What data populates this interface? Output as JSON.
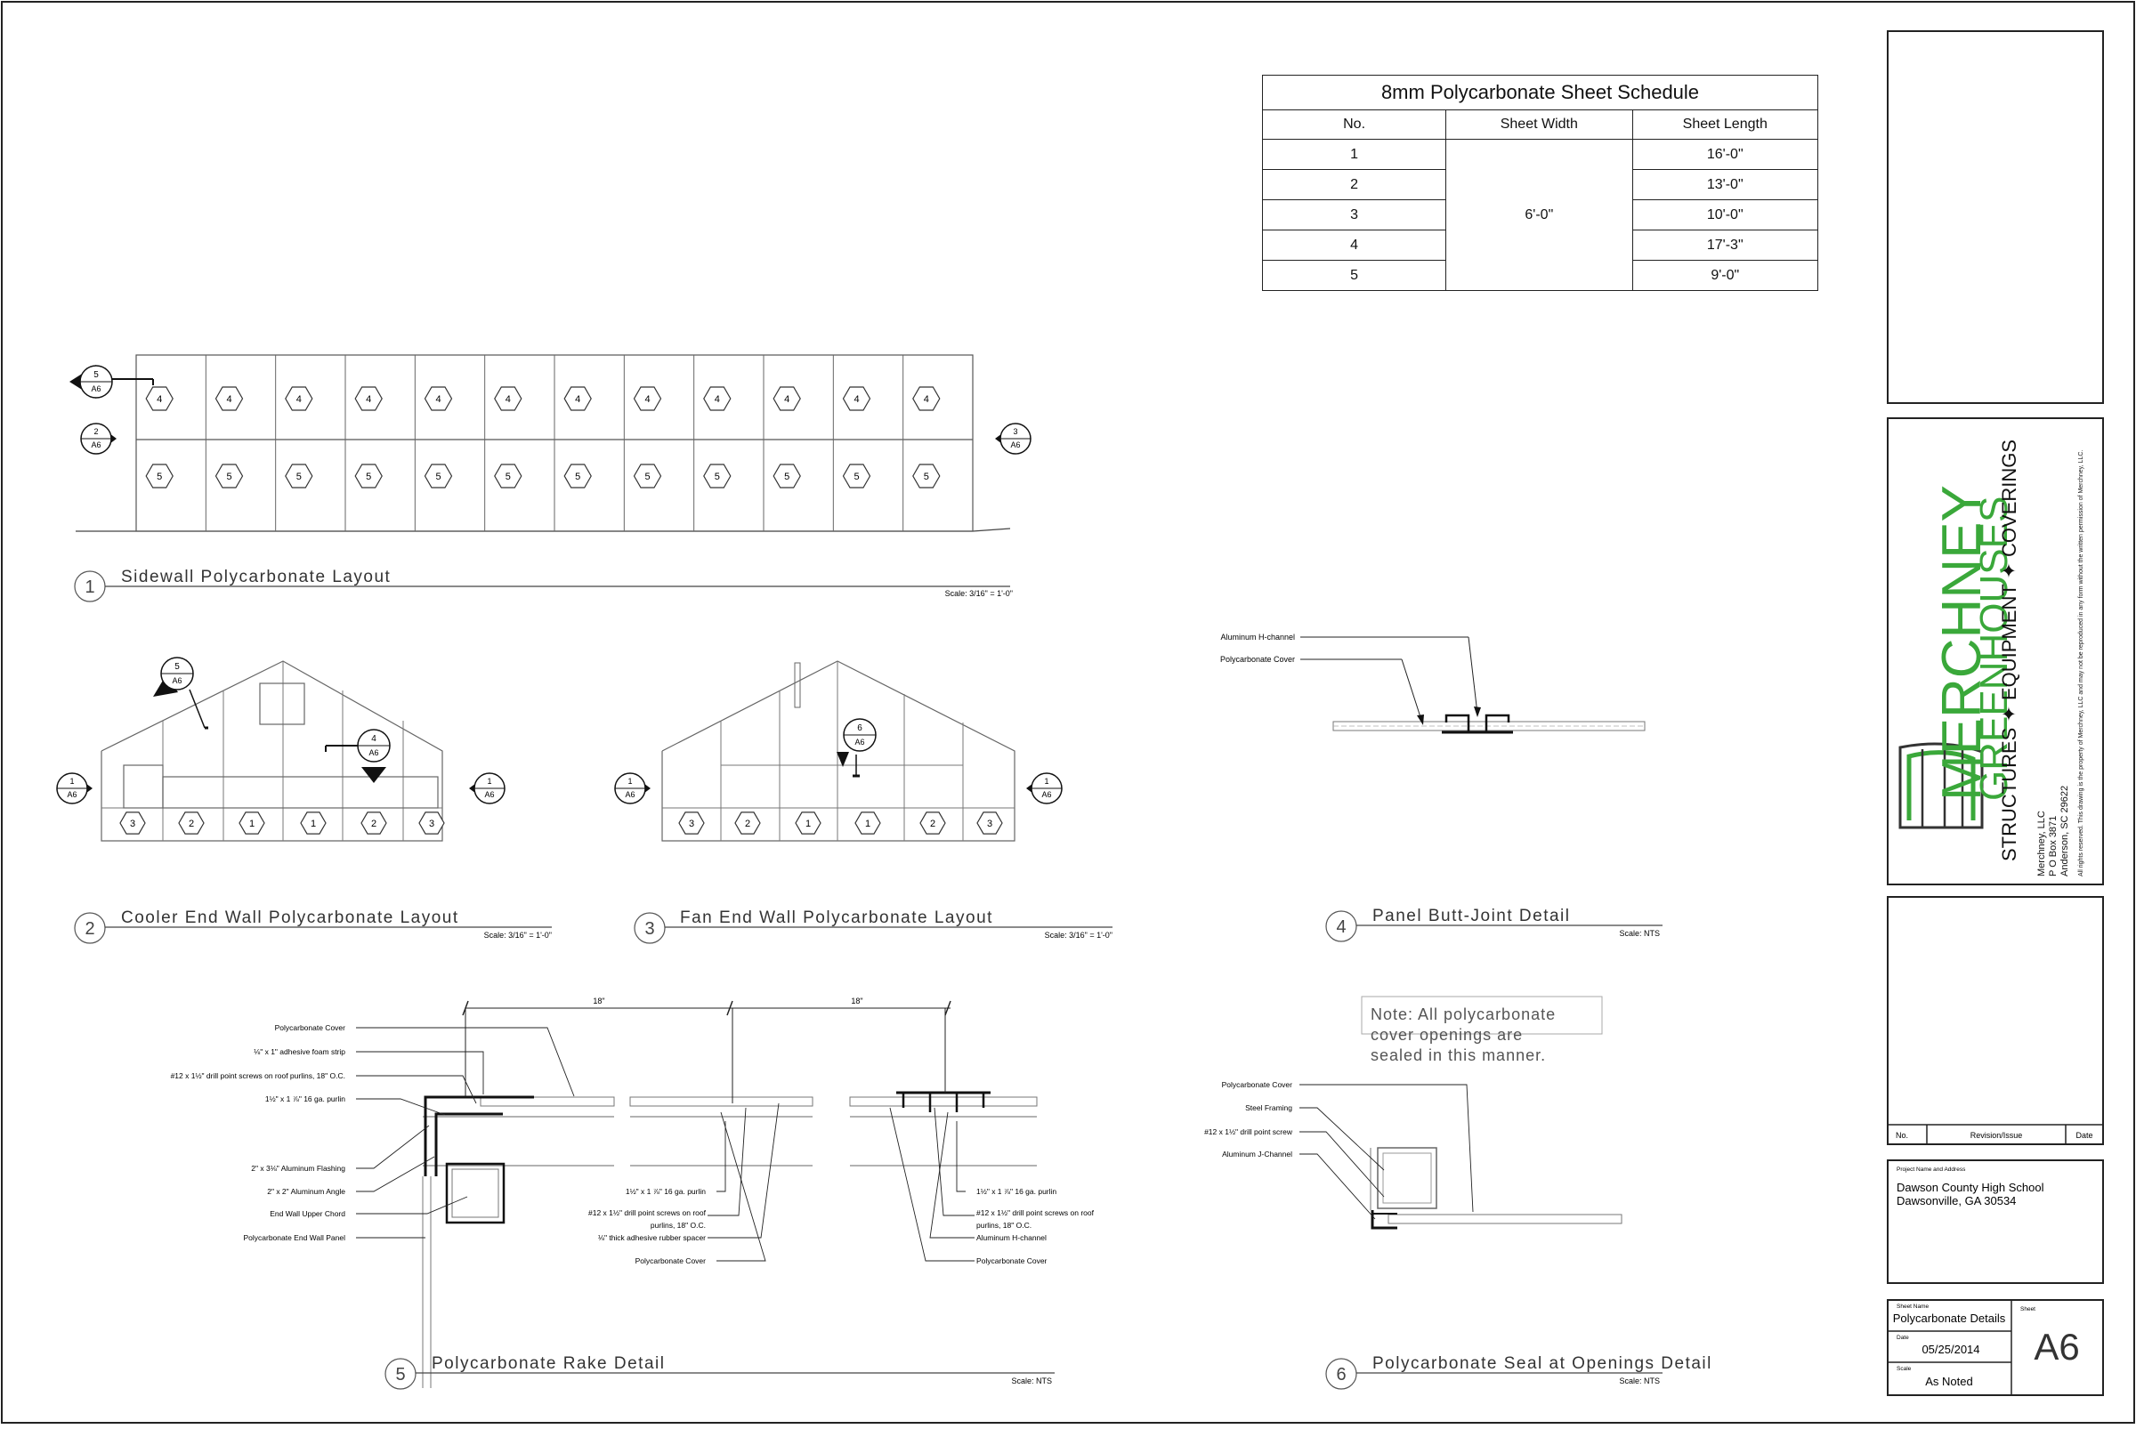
{
  "schedule": {
    "title": "8mm Polycarbonate Sheet Schedule",
    "headers": [
      "No.",
      "Sheet Width",
      "Sheet Length"
    ],
    "width_value": "6'-0\"",
    "rows": [
      {
        "no": "1",
        "length": "16'-0\""
      },
      {
        "no": "2",
        "length": "13'-0\""
      },
      {
        "no": "3",
        "length": "10'-0\""
      },
      {
        "no": "4",
        "length": "17'-3\""
      },
      {
        "no": "5",
        "length": "9'-0\""
      }
    ]
  },
  "detail1": {
    "num": "1",
    "title": "Sidewall Polycarbonate Layout",
    "scale": "Scale: 3/16\" = 1'-0\"",
    "top_tag": "4",
    "bottom_tag": "5",
    "callout_a": {
      "num": "5",
      "sheet": "A6"
    },
    "callout_b": {
      "num": "2",
      "sheet": "A6"
    },
    "callout_c": {
      "num": "3",
      "sheet": "A6"
    }
  },
  "detail2": {
    "num": "2",
    "title": "Cooler End Wall Polycarbonate Layout",
    "scale": "Scale: 3/16\" = 1'-0\"",
    "tags": [
      "3",
      "2",
      "1",
      "1",
      "2",
      "3"
    ],
    "callout_a": {
      "num": "5",
      "sheet": "A6"
    },
    "callout_b": {
      "num": "4",
      "sheet": "A6"
    },
    "callout_side": {
      "num": "1",
      "sheet": "A6"
    }
  },
  "detail3": {
    "num": "3",
    "title": "Fan End Wall Polycarbonate Layout",
    "scale": "Scale: 3/16\" = 1'-0\"",
    "tags": [
      "3",
      "2",
      "1",
      "1",
      "2",
      "3"
    ],
    "callout_a": {
      "num": "6",
      "sheet": "A6"
    },
    "callout_side": {
      "num": "1",
      "sheet": "A6"
    }
  },
  "detail4": {
    "num": "4",
    "title": "Panel Butt-Joint Detail",
    "scale": "Scale: NTS",
    "labels": [
      "Aluminum H-channel",
      "Polycarbonate Cover"
    ]
  },
  "detail5": {
    "num": "5",
    "title": "Polycarbonate Rake Detail",
    "scale": "Scale: NTS",
    "dim": "18\"",
    "left_labels": [
      "Polycarbonate Cover",
      "⅛\" x 1\" adhesive foam strip",
      "#12 x 1½\" drill point screws on roof purlins, 18\" O.C.",
      "1½\" x 1 ⅞\" 16 ga. purlin",
      "2\" x 3⅛\" Aluminum Flashing",
      "2\" x 2\" Aluminum Angle",
      "End Wall Upper Chord",
      "Polycarbonate End Wall Panel"
    ],
    "mid_labels": [
      "1½\" x 1 ⅞\" 16 ga. purlin",
      "#12 x 1½\" drill point screws on roof",
      "purlins, 18\" O.C.",
      "⅛\" thick adhesive rubber spacer",
      "Polycarbonate Cover"
    ],
    "right_labels": [
      "1½\" x 1 ⅞\" 16 ga. purlin",
      "#12 x 1½\" drill point screws on roof",
      "purlins, 18\" O.C.",
      "Aluminum H-channel",
      "Polycarbonate Cover"
    ]
  },
  "detail6": {
    "num": "6",
    "title": "Polycarbonate Seal at Openings Detail",
    "scale": "Scale: NTS",
    "labels": [
      "Polycarbonate Cover",
      "Steel Framing",
      "#12 x 1½\" drill point screw",
      "Aluminum J-Channel"
    ],
    "note": [
      "Note: All polycarbonate",
      "cover openings are",
      "sealed in this manner."
    ]
  },
  "title_block": {
    "logo_line1": "MERCHNEY",
    "logo_line2": "GREENHOUSES",
    "tagline": "STRUCTURES ✦ EQUIPMENT ✦ COVERINGS",
    "company": "Merchney, LLC",
    "address1": "P O Box 3871",
    "address2": "Anderson, SC 29622",
    "rights": "All rights reserved. This drawing is the property of Merchney, LLC and may not be reproduced in any form without the written permission of Merchney, LLC.",
    "rev_headers": [
      "No.",
      "Revision/Issue",
      "Date"
    ],
    "project_label": "Project Name and Address",
    "project_line1": "Dawson County High School",
    "project_line2": "Dawsonville, GA  30534",
    "sheet_name_label": "Sheet Name",
    "sheet_name": "Polycarbonate Details",
    "date_label": "Date",
    "date": "05/25/2014",
    "scale_label": "Scale",
    "scale": "As Noted",
    "sheet_label": "Sheet",
    "sheet": "A6"
  },
  "colors": {
    "logo_green": "#3aa83a",
    "line": "#222222"
  }
}
